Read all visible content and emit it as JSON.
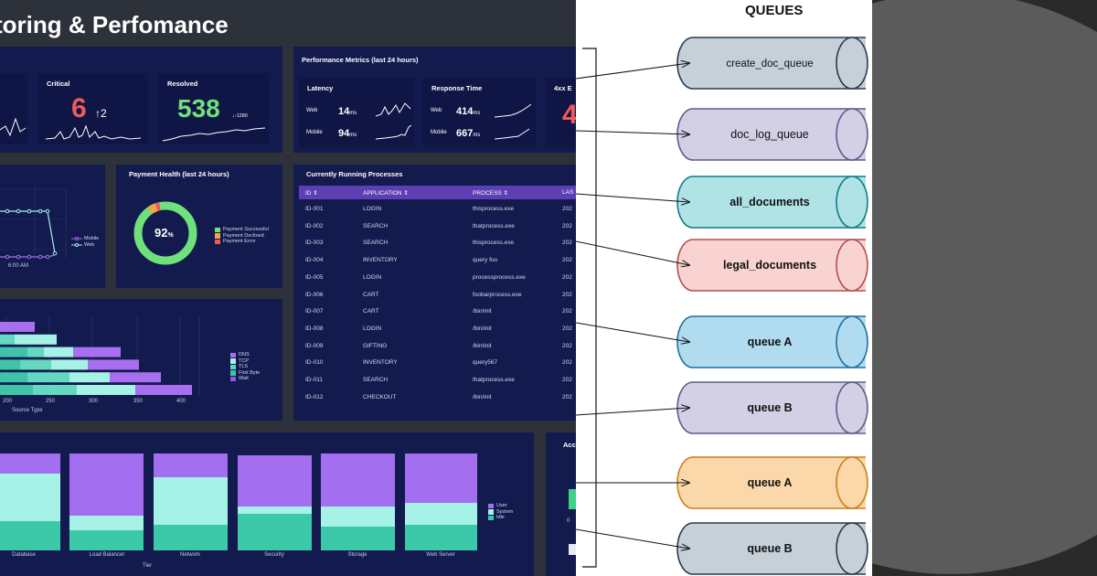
{
  "dashboard": {
    "title": "toring & Perfomance",
    "critical": {
      "label": "Critical",
      "value": "6",
      "delta": "↑2"
    },
    "resolved": {
      "label": "Resolved",
      "value": "538",
      "delta": "↓-1280"
    },
    "perf": {
      "title": "Performance Metrics (last 24 hours)",
      "latency": {
        "label": "Latency",
        "web_label": "Web",
        "web_value": "14",
        "mobile_label": "Mobile",
        "mobile_value": "94",
        "unit": "ms"
      },
      "response": {
        "label": "Response Time",
        "web_label": "Web",
        "web_value": "414",
        "mobile_label": "Mobile",
        "mobile_value": "667",
        "unit": "ms"
      },
      "errors": {
        "label": "4xx E",
        "value": "4"
      }
    },
    "line_panel": {
      "legend": [
        "Mobile",
        "Web"
      ],
      "time_label": "6:00 AM"
    },
    "payment": {
      "title": "Payment Health (last 24 hours)",
      "percent": "92",
      "percent_unit": "%",
      "legend": [
        "Payment Successful",
        "Payment Declined",
        "Payment Error"
      ],
      "colors": [
        "#6fe07a",
        "#f2a44a",
        "#ee5a5a"
      ]
    },
    "processes": {
      "title": "Currently Running Processes",
      "columns": [
        "ID",
        "APPLICATION",
        "PROCESS",
        "LAS"
      ],
      "rows": [
        [
          "ID-001",
          "LOGIN",
          "thisprocess.exe",
          "202"
        ],
        [
          "ID-002",
          "SEARCH",
          "thatprocess.exe",
          "202"
        ],
        [
          "ID-003",
          "SEARCH",
          "thisprocess.exe",
          "202"
        ],
        [
          "ID-004",
          "INVENTORY",
          "query foo",
          "202"
        ],
        [
          "ID-005",
          "LOGIN",
          "processprocess.exe",
          "202"
        ],
        [
          "ID-006",
          "CART",
          "foobarprocess.exe",
          "202"
        ],
        [
          "ID-007",
          "CART",
          "/bin/init",
          "202"
        ],
        [
          "ID-008",
          "LOGIN",
          "/bin/init",
          "202"
        ],
        [
          "ID-009",
          "GIFTING",
          "/bin/init",
          "202"
        ],
        [
          "ID-010",
          "INVENTORY",
          "query567",
          "202"
        ],
        [
          "ID-011",
          "SEARCH",
          "thatprocess.exe",
          "202"
        ],
        [
          "ID-012",
          "CHECKOUT",
          "/bin/init",
          "202"
        ]
      ]
    },
    "timing_chart": {
      "legend": [
        "DNS",
        "TCP",
        "TLS",
        "First Byte",
        "Wait"
      ],
      "colors": [
        "#a86ff0",
        "#a6f2e6",
        "#64d8c0",
        "#3fc4a8",
        "#8e5ae0"
      ],
      "ticks": [
        "200",
        "250",
        "300",
        "350",
        "400"
      ],
      "xlabel": "Source Type"
    },
    "tier_chart": {
      "categories": [
        "Database",
        "Load Balancer",
        "Network",
        "Security",
        "Storage",
        "Web Server"
      ],
      "legend": [
        "User",
        "System",
        "Idle"
      ],
      "colors": [
        "#a36ef0",
        "#a6f2e6",
        "#3cc9aa"
      ],
      "xlabel": "Tier"
    },
    "accel_label": "Acc",
    "accel_zero": "0"
  },
  "diagram": {
    "header": "QUEUES",
    "queues": [
      {
        "label": "create_doc_queue",
        "fill": "#c6d0d9"
      },
      {
        "label": "doc_log_queue",
        "fill": "#d3d0e6"
      },
      {
        "label": "all_documents",
        "fill": "#b0e3e6"
      },
      {
        "label": "legal_documents",
        "fill": "#f8d3d2"
      },
      {
        "label": "queue A",
        "fill": "#b1dcf0"
      },
      {
        "label": "queue B",
        "fill": "#d3d0e6"
      },
      {
        "label": "queue A",
        "fill": "#fbd8aa"
      },
      {
        "label": "queue B",
        "fill": "#c6d0d9"
      }
    ],
    "stroke_colors": [
      "#2a3a4c",
      "#5e5a8e",
      "#107b87",
      "#b24f4c",
      "#1f6f9e",
      "#5e5a8e",
      "#c8801a",
      "#2a3a4c"
    ]
  }
}
